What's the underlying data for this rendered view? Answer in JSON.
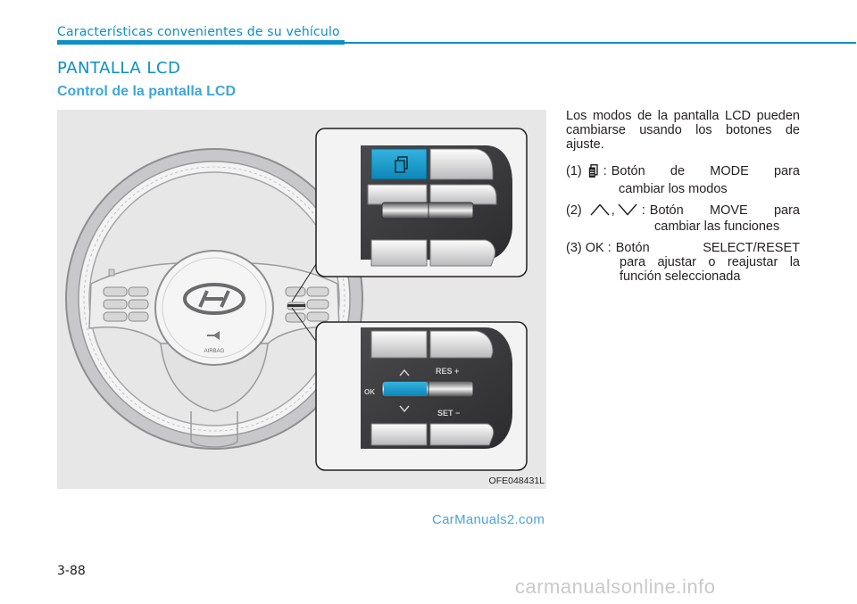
{
  "header": {
    "section": "Características convenientes de su vehículo"
  },
  "title": "PANTALLA LCD",
  "subtitle": "Control de la pantalla LCD",
  "figure": {
    "code": "OFE048431L",
    "labels": {
      "res": "RES +",
      "set": "SET −",
      "ok": "OK",
      "airbag": "AIRBAG",
      "mode": "MODE"
    }
  },
  "text": {
    "intro": "Los modos de la pantalla LCD pueden cambiarse usando los botones de ajuste.",
    "item1_num": "(1)",
    "item1_sep": ":",
    "item1_a": "Botón",
    "item1_b": "de",
    "item1_c": "MODE",
    "item1_d": "para",
    "item1_line2": "cambiar los modos",
    "item2_num": "(2)",
    "item2_comma": ",",
    "item2_sep": ":",
    "item2_a": "Botón",
    "item2_b": "MOVE",
    "item2_c": "para",
    "item2_line2": "cambiar las funciones",
    "item3_num": "(3) OK :",
    "item3_a": "Botón",
    "item3_b": "SELECT/RESET",
    "item3_line2": "para ajustar o reajustar la",
    "item3_line3": "función seleccionada"
  },
  "watermark": "CarManuals2.com",
  "page_number": "3-88",
  "footer_watermark": "carmanualsonline.info",
  "colors": {
    "accent": "#0a8fc7",
    "highlight_button": "#1a9cc9",
    "figure_bg": "#e7e7e8"
  }
}
